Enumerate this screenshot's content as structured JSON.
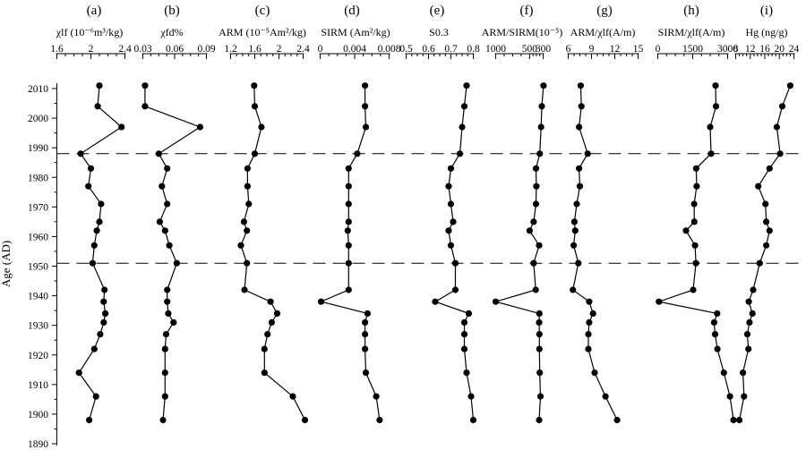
{
  "chart_data": {
    "type": "line",
    "y_axis": {
      "label": "Age (AD)",
      "ticks": [
        "2010",
        "2000",
        "1990",
        "1980",
        "1970",
        "1960",
        "1950",
        "1940",
        "1930",
        "1920",
        "1910",
        "1900",
        "1890"
      ],
      "range": [
        1890,
        2012
      ]
    },
    "age": [
      2011,
      2004,
      1997,
      1988,
      1983,
      1977,
      1971,
      1965,
      1962,
      1957,
      1951,
      1942,
      1938,
      1934,
      1931,
      1927,
      1922,
      1914,
      1906,
      1898
    ],
    "reference_lines": [
      1988,
      1951
    ],
    "panels": [
      {
        "letter": "(a)",
        "title": "χlf (10⁻⁶m³/kg)",
        "ticks": [
          "1.6",
          "2",
          "2.4"
        ],
        "xlim": [
          1.6,
          2.4
        ],
        "values": [
          2.1,
          2.08,
          2.36,
          1.88,
          2.0,
          1.97,
          2.12,
          2.1,
          2.07,
          2.04,
          2.02,
          2.16,
          2.15,
          2.17,
          2.15,
          2.11,
          2.04,
          1.86,
          2.06,
          1.98
        ]
      },
      {
        "letter": "(b)",
        "title": "χfd%",
        "ticks": [
          "0.03",
          "0.06",
          "0.09"
        ],
        "xlim": [
          0.03,
          0.09
        ],
        "values": [
          0.032,
          0.032,
          0.084,
          0.045,
          0.053,
          0.048,
          0.053,
          0.046,
          0.051,
          0.055,
          0.062,
          0.053,
          0.053,
          0.054,
          0.059,
          0.052,
          0.051,
          0.051,
          0.051,
          0.049
        ]
      },
      {
        "letter": "(c)",
        "title": "ARM (10⁻⁵Am²/kg)",
        "ticks": [
          "1.2",
          "1.6",
          "2",
          "2.4"
        ],
        "xlim": [
          1.2,
          2.4
        ],
        "values": [
          1.59,
          1.6,
          1.71,
          1.6,
          1.48,
          1.48,
          1.5,
          1.42,
          1.47,
          1.37,
          1.47,
          1.43,
          1.86,
          1.97,
          1.88,
          1.81,
          1.76,
          1.76,
          2.23,
          2.43
        ]
      },
      {
        "letter": "(d)",
        "title": "SIRM (Am²/kg)",
        "ticks": [
          "0",
          "0.004",
          "0.008"
        ],
        "xlim": [
          0,
          0.008
        ],
        "values": [
          0.0052,
          0.0052,
          0.0053,
          0.0043,
          0.0033,
          0.0033,
          0.0033,
          0.0033,
          0.0032,
          0.0033,
          0.0033,
          0.0033,
          0.0001,
          0.0055,
          0.0052,
          0.0052,
          0.0052,
          0.0053,
          0.0065,
          0.0069
        ]
      },
      {
        "letter": "(e)",
        "title": "S0.3",
        "ticks": [
          "0.5",
          "0.6",
          "0.7",
          "0.8"
        ],
        "xlim": [
          0.5,
          0.8
        ],
        "values": [
          0.77,
          0.76,
          0.75,
          0.74,
          0.7,
          0.69,
          0.7,
          0.71,
          0.69,
          0.7,
          0.72,
          0.72,
          0.63,
          0.78,
          0.76,
          0.76,
          0.76,
          0.77,
          0.79,
          0.8
        ]
      },
      {
        "letter": "(f)",
        "title": "ARM/SIRM(10⁻⁵)",
        "ticks": [
          "1000",
          "500",
          "300"
        ],
        "xlim": [
          1000,
          300
        ],
        "values": [
          295,
          320,
          330,
          350,
          405,
          400,
          405,
          440,
          500,
          360,
          440,
          410,
          1000,
          355,
          360,
          355,
          355,
          350,
          340,
          360
        ]
      },
      {
        "letter": "(g)",
        "title": "ARM/χlf(A/m)",
        "ticks": [
          "6",
          "9",
          "12",
          "15"
        ],
        "xlim": [
          6,
          15
        ],
        "values": [
          7.6,
          7.7,
          7.4,
          8.5,
          7.4,
          7.5,
          7.1,
          6.8,
          6.9,
          6.7,
          7.3,
          6.6,
          8.7,
          9.2,
          8.7,
          8.6,
          8.6,
          9.4,
          10.8,
          12.3
        ]
      },
      {
        "letter": "(h)",
        "title": "SIRM/χlf(A/m)",
        "ticks": [
          "0",
          "1500",
          "3000"
        ],
        "xlim": [
          0,
          3000
        ],
        "values": [
          2480,
          2500,
          2250,
          2290,
          1650,
          1670,
          1560,
          1570,
          1210,
          1600,
          1640,
          1520,
          50,
          2550,
          2420,
          2460,
          2560,
          2840,
          3100,
          3250
        ]
      },
      {
        "letter": "(i)",
        "title": "Hg (ng/g)",
        "ticks": [
          "8",
          "12",
          "16",
          "20",
          "24"
        ],
        "xlim": [
          8,
          24
        ],
        "values": [
          23.0,
          20.8,
          19.3,
          20.2,
          17.3,
          14.2,
          16.2,
          16.4,
          17.3,
          16.4,
          14.6,
          12.8,
          11.6,
          12.6,
          11.8,
          11.2,
          11.5,
          10.0,
          10.3,
          9.0
        ]
      }
    ]
  }
}
